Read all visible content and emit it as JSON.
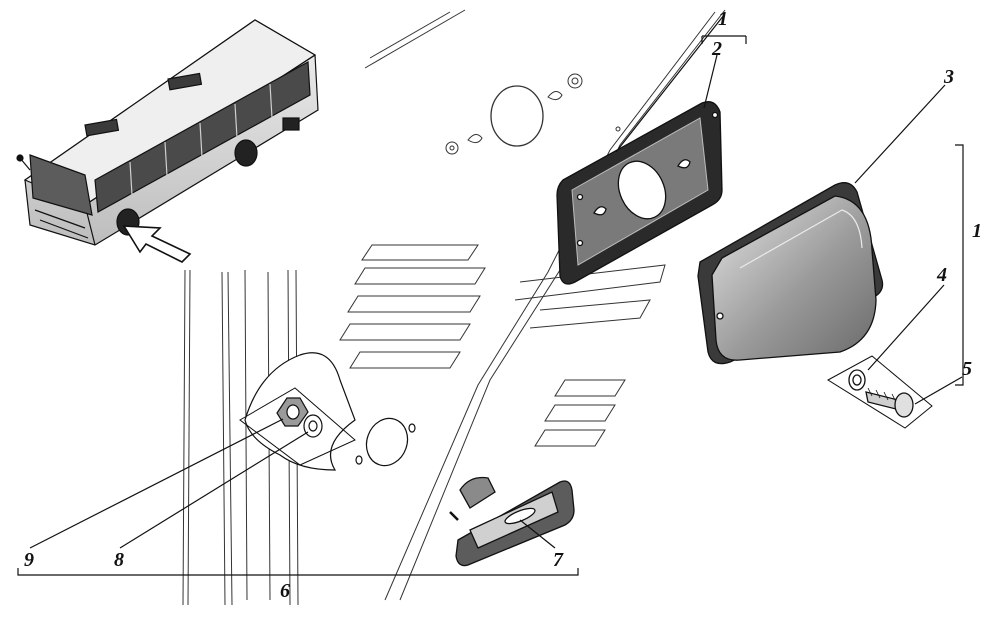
{
  "callouts": {
    "c1_top": "1",
    "c2": "2",
    "c3": "3",
    "c1_right": "1",
    "c4": "4",
    "c5": "5",
    "c6": "6",
    "c7": "7",
    "c8": "8",
    "c9": "9"
  },
  "colors": {
    "line": "#111111",
    "shade": "#8a8a8a",
    "light": "#d8d8d8",
    "paper": "#ffffff"
  }
}
